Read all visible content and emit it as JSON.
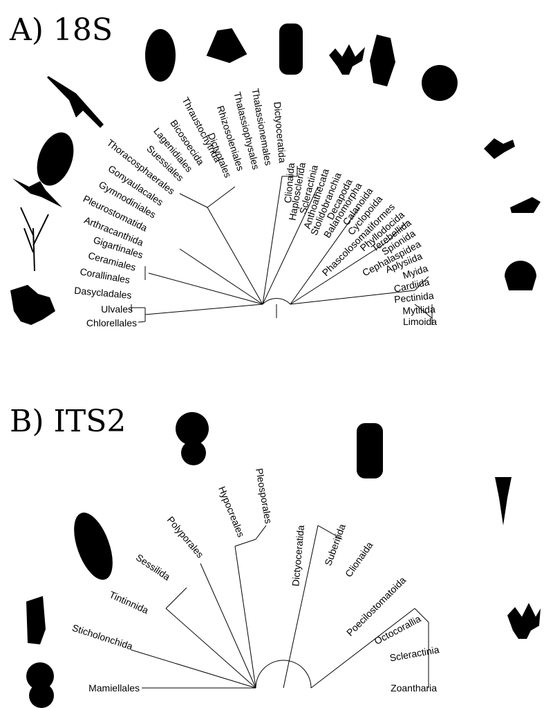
{
  "panel_a": {
    "label": "A) 18S",
    "taxa": [
      "Chlorellales",
      "Ulvales",
      "Dasycladales",
      "Corallinales",
      "Ceramiales",
      "Gigartinales",
      "Arthracanthida",
      "Pleurostomatida",
      "Gymnodiniales",
      "Gonyaulacales",
      "Thoracosphaerales",
      "Suessiales",
      "Lagenidiales",
      "Bicosoecida",
      "Thraustochytrida",
      "Dictyotales",
      "Rhizosoleniales",
      "Thalassiophysales",
      "Thalassionemales",
      "Dictyoceratida",
      "Clionaida",
      "Haplosclerida",
      "Scleractinia",
      "Anthoathecata",
      "Stolidobranchia",
      "Decapoda",
      "Balanomorpha",
      "Calanoida",
      "Cyclopoida",
      "Phascolosomatiformes",
      "Phyllodocida",
      "Terebellida",
      "Spionida",
      "Cephalaspidea",
      "Aplysiida",
      "Myida",
      "Cardiida",
      "Pectinida",
      "Mytilida",
      "Limoida"
    ]
  },
  "panel_b": {
    "label": "B) ITS2",
    "taxa": [
      "Mamiellales",
      "Sticholonchida",
      "Tintinnida",
      "Sessilida",
      "Polyporales",
      "Hypocreales",
      "Pleosporales",
      "Dictyoceratida",
      "Suberitida",
      "Clionaida",
      "Poecilostomatoida",
      "Octocorallia",
      "Scleractinia",
      "Zoantharia"
    ]
  }
}
